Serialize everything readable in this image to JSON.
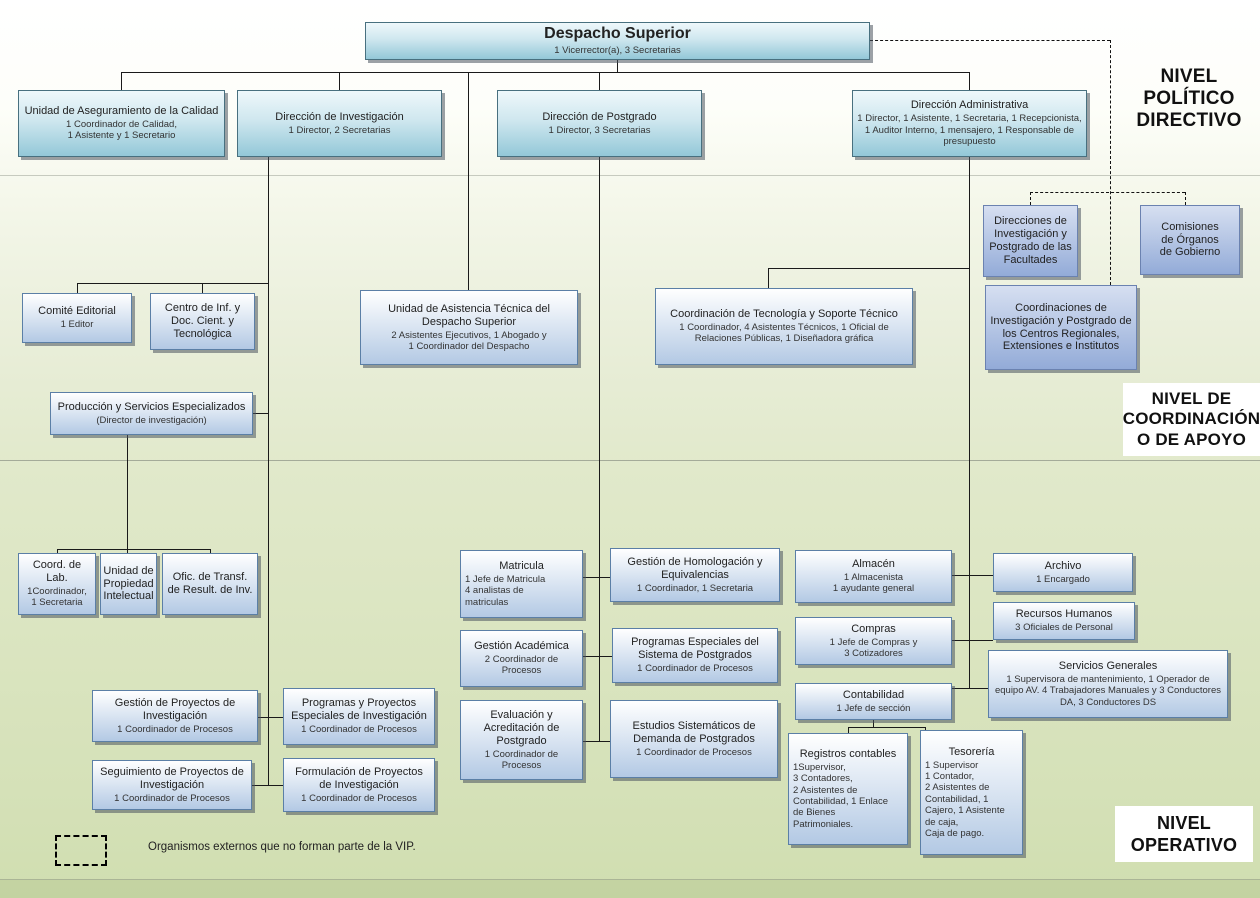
{
  "levels": {
    "politico": "NIVEL POLÍTICO DIRECTIVO",
    "coordinacion": "NIVEL DE COORDINACIÓN O DE APOYO",
    "operativo": "NIVEL OPERATIVO"
  },
  "legend": {
    "text": "Organismos externos que no forman parte de la VIP."
  },
  "colors": {
    "teal_top": "#eef8fb",
    "teal_bottom": "#93c8d8",
    "blue_top": "#ffffff",
    "blue_bottom": "#b3c9e4",
    "ext_top": "#d6dff1",
    "ext_bottom": "#93abd8"
  },
  "nodes": {
    "despacho": {
      "title": "Despacho Superior",
      "sub": "1 Vicerrector(a), 3 Secretarias"
    },
    "aseguramiento": {
      "title": "Unidad de Aseguramiento de la Calidad",
      "sub": "1 Coordinador de Calidad,\n1 Asistente y 1 Secretario"
    },
    "dir_investigacion": {
      "title": "Dirección de Investigación",
      "sub": "1 Director, 2 Secretarias"
    },
    "dir_postgrado": {
      "title": "Dirección de Postgrado",
      "sub": "1 Director, 3 Secretarias"
    },
    "dir_administrativa": {
      "title": "Dirección Administrativa",
      "sub": "1 Director, 1 Asistente, 1 Secretaria,  1 Recepcionista, 1 Auditor Interno,    1 mensajero, 1  Responsable de presupuesto"
    },
    "direcciones_facultades": {
      "title": "Direcciones de Investigación y Postgrado de las Facultades"
    },
    "comisiones": {
      "title": "Comisiones\nde  Órganos\nde Gobierno"
    },
    "coordinaciones_centros": {
      "title": "Coordinaciones de Investigación y Postgrado de  los Centros Regionales,  Extensiones e Institutos"
    },
    "comite_editorial": {
      "title": "Comité Editorial",
      "sub": "1 Editor"
    },
    "centro_inf": {
      "title": "Centro de Inf. y Doc. Cient. y Tecnológica"
    },
    "asistencia_tecnica": {
      "title": "Unidad de Asistencia Técnica del Despacho Superior",
      "sub": "2 Asistentes Ejecutivos, 1 Abogado y\n1 Coordinador del Despacho"
    },
    "tecnologia": {
      "title": "Coordinación de Tecnología y Soporte Técnico",
      "sub": "1 Coordinador, 4 Asistentes Técnicos, 1 Oficial de Relaciones Públicas, 1 Diseñadora gráfica"
    },
    "produccion": {
      "title": "Producción y Servicios Especializados",
      "sub": "(Director de investigación)"
    },
    "coord_lab": {
      "title": "Coord. de Lab.",
      "sub": "1Coordinador,\n1 Secretaria"
    },
    "propiedad": {
      "title": "Unidad de\nPropiedad\nIntelectual"
    },
    "transf": {
      "title": "Ofic. de Transf. de Result. de Inv."
    },
    "gestion_proyectos": {
      "title": "Gestión de Proyectos de Investigación",
      "sub": "1 Coordinador de Procesos"
    },
    "programas_proyectos": {
      "title": "Programas y Proyectos Especiales de Investigación",
      "sub": "1 Coordinador de Procesos"
    },
    "seguimiento": {
      "title": "Seguimiento de Proyectos de Investigación",
      "sub": "1 Coordinador de Procesos"
    },
    "formulacion": {
      "title": "Formulación de Proyectos de Investigación",
      "sub": "1 Coordinador de Procesos"
    },
    "matricula": {
      "title": "Matricula",
      "sub": "1 Jefe de Matricula\n4 analistas de\nmatriculas"
    },
    "homologacion": {
      "title": "Gestión de  Homologación y Equivalencias",
      "sub": "1 Coordinador, 1 Secretaria"
    },
    "gestion_academica": {
      "title": "Gestión Académica",
      "sub": "2 Coordinador de Procesos"
    },
    "programas_especiales": {
      "title": "Programas Especiales del Sistema de  Postgrados",
      "sub": "1 Coordinador de Procesos"
    },
    "evaluacion": {
      "title": "Evaluación  y Acreditación de Postgrado",
      "sub": "1 Coordinador de Procesos"
    },
    "estudios": {
      "title": "Estudios Sistemáticos de Demanda de Postgrados",
      "sub": "1 Coordinador de Procesos"
    },
    "almacen": {
      "title": "Almacén",
      "sub": "1 Almacenista\n1 ayudante general"
    },
    "archivo": {
      "title": "Archivo",
      "sub": "1 Encargado"
    },
    "compras": {
      "title": "Compras",
      "sub": "1 Jefe  de Compras  y\n3 Cotizadores"
    },
    "rrhh": {
      "title": "Recursos Humanos",
      "sub": "3 Oficiales de Personal"
    },
    "servicios_generales": {
      "title": "Servicios Generales",
      "sub": "1 Supervisora de mantenimiento, 1 Operador de equipo AV. 4 Trabajadores Manuales y 3 Conductores DA, 3 Conductores DS"
    },
    "contabilidad": {
      "title": "Contabilidad",
      "sub": "1 Jefe de sección"
    },
    "registros": {
      "title": "Registros contables",
      "sub": "1Supervisor,\n3 Contadores,\n2 Asistentes de\nContabilidad, 1 Enlace\nde Bienes\nPatrimoniales."
    },
    "tesoreria": {
      "title": "Tesorería",
      "sub": "1 Supervisor\n1 Contador,\n2 Asistentes de\nContabilidad, 1\nCajero, 1 Asistente\nde caja,\nCaja de pago."
    }
  }
}
